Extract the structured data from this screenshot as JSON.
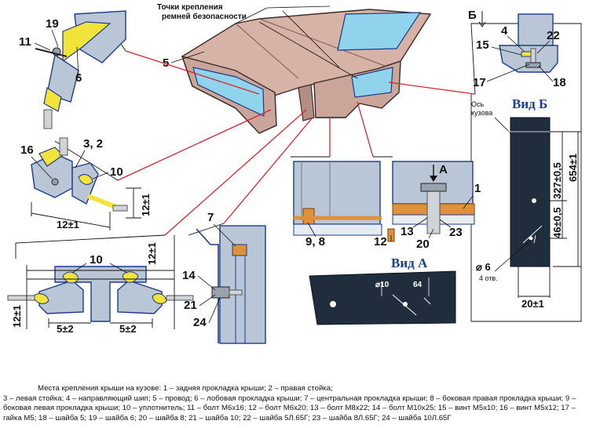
{
  "header": {
    "seatbelt_note": "Точки крепления ремней безопасности"
  },
  "labels": {
    "n1": "1",
    "n3_2": "3, 2",
    "n4": "4",
    "n5": "5",
    "n6": "6",
    "n7": "7",
    "n9_8": "9, 8",
    "n10a": "10",
    "n10b": "10",
    "n11": "11",
    "n12": "12",
    "n13": "13",
    "n14": "14",
    "n15": "15",
    "n16": "16",
    "n17": "17",
    "n18": "18",
    "n19": "19",
    "n20": "20",
    "n21": "21",
    "n22": "22",
    "n23": "23",
    "n24": "24"
  },
  "views": {
    "view_b_letter": "Б",
    "view_b_title": "Вид Б",
    "view_a_letter": "А",
    "view_a_title": "Вид А",
    "body_axis": "Ось кузова"
  },
  "dimensions": {
    "d12_1_a": "12±1",
    "d12_1_b": "12±1",
    "d12_1_c": "12±1",
    "d12_1_d": "12±1",
    "d5_2_l": "5±2",
    "d5_2_r": "5±2",
    "d327": "327±0,5",
    "d654": "654±1",
    "d46": "46±0,5",
    "d20": "20±1",
    "d_hole": "⌀ 6",
    "holes_note": "4 отв.",
    "d_phi10": "⌀10",
    "d64": "64"
  },
  "caption": {
    "title": "Места крепления крыши на кузове: 1 – задняя прокладка крыши; 2 – правая стойка;",
    "body": "3 – левая стойка; 4 – направляющий шип; 5 – провод; 6 – лобовая прокладка крыши; 7 – центральная прокладка крыши; 8 – боковая правая прокладка крыши; 9 – боковая левая прокладка крыши; 10 – уплотнитель; 11 – болт М6х16; 12 – болт  М6х20; 13 – болт М8х22; 14 – болт М10х25; 15 – винт М5х10; 16 – винт М5х12; 17 – гайка М5; 18 – шайба 5; 19 – шайба 6; 20 – шайба 8; 21 – шайба 10; 22 – шайба 5Л.65Г; 23 – шайба 8Л.65Г; 24 – шайба 10Л.65Г"
  },
  "colors": {
    "roof": "#c9a59a",
    "glass": "#8fd3ec",
    "steel": "#b9c6d6",
    "outline": "#1e3a8a",
    "seal": "#f2e33a",
    "dark_plate": "#1f2d3d",
    "pad_orange": "#e0903a",
    "leader_red": "#d8262b"
  }
}
